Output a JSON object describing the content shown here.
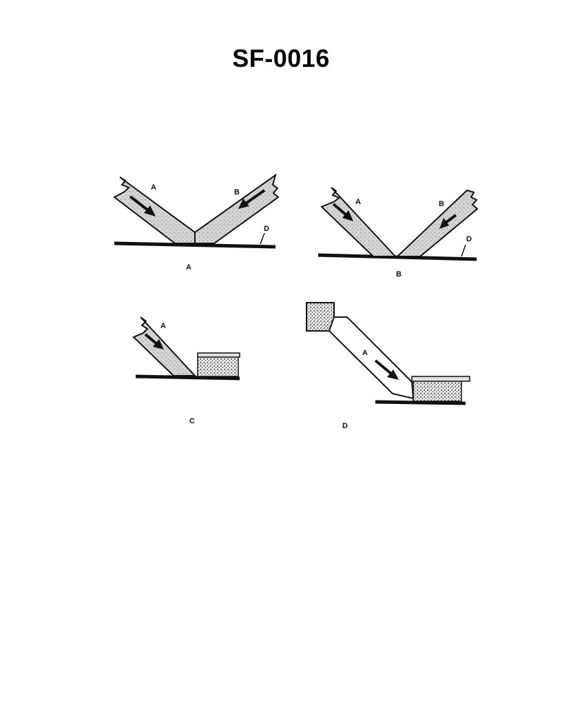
{
  "title": "SF-0016",
  "panels": [
    {
      "caption": "A",
      "labels": {
        "member_left": "A",
        "member_right": "B",
        "surface": "D"
      }
    },
    {
      "caption": "B",
      "labels": {
        "member_left": "A",
        "member_right": "B",
        "surface": "D"
      }
    },
    {
      "caption": "C",
      "labels": {
        "member_left": "A"
      }
    },
    {
      "caption": "D",
      "labels": {
        "member_left": "A"
      }
    }
  ]
}
